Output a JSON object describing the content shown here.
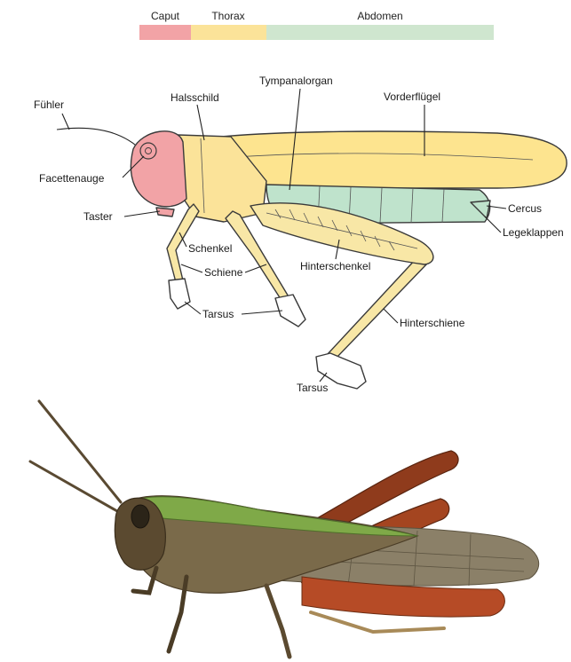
{
  "segments": [
    {
      "label": "Caput",
      "color": "#f2a3a6"
    },
    {
      "label": "Thorax",
      "color": "#fbe399"
    },
    {
      "label": "Abdomen",
      "color": "#cfe6cf"
    }
  ],
  "labels": {
    "fuehler": "Fühler",
    "halsschild": "Halsschild",
    "tympanalorgan": "Tympanalorgan",
    "vorderfluegel": "Vorderflügel",
    "facettenauge": "Facettenauge",
    "taster": "Taster",
    "cercus": "Cercus",
    "legeklappen": "Legeklappen",
    "schenkel": "Schenkel",
    "schiene": "Schiene",
    "hinterschenkel": "Hinterschenkel",
    "tarsus_front": "Tarsus",
    "hinterschiene": "Hinterschiene",
    "tarsus_hind": "Tarsus"
  },
  "colors": {
    "head": "#f2a3a6",
    "thorax": "#fbe399",
    "wing": "#fde48f",
    "abdomen": "#bfe3cc",
    "leg": "#f8e7a6"
  },
  "photo": {
    "icon": "grasshopper-photo"
  }
}
